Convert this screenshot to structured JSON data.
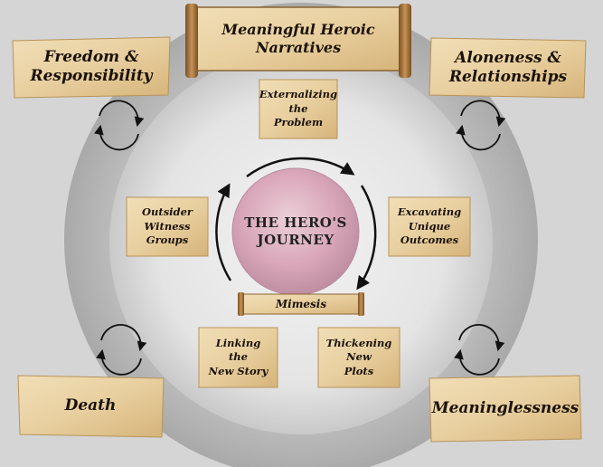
{
  "diagram": {
    "center": {
      "title": "THE HERO'S\nJOURNEY"
    },
    "top_banner": "Meaningful Heroic\nNarratives",
    "corners": {
      "top_left": "Freedom &\nResponsibility",
      "top_right": "Aloneness &\nRelationships",
      "bottom_left": "Death",
      "bottom_right": "Meaninglessness"
    },
    "stages": {
      "top": "Externalizing\nthe\nProblem",
      "right": "Excavating\nUnique\nOutcomes",
      "left": "Outsider\nWitness\nGroups",
      "bottom_left": "Linking\nthe\nNew Story",
      "bottom_right": "Thickening\nNew\nPlots"
    },
    "bottom_banner": "Mimesis",
    "colors": {
      "background": "#d5d5d5",
      "outer_ring": "#bdbdbd",
      "inner_circle": "#e6e6e6",
      "parchment": "#e9d3a8",
      "parchment_edge": "#b8935a",
      "center_circle": "#d9a9ba",
      "arrows": "#111111"
    }
  }
}
